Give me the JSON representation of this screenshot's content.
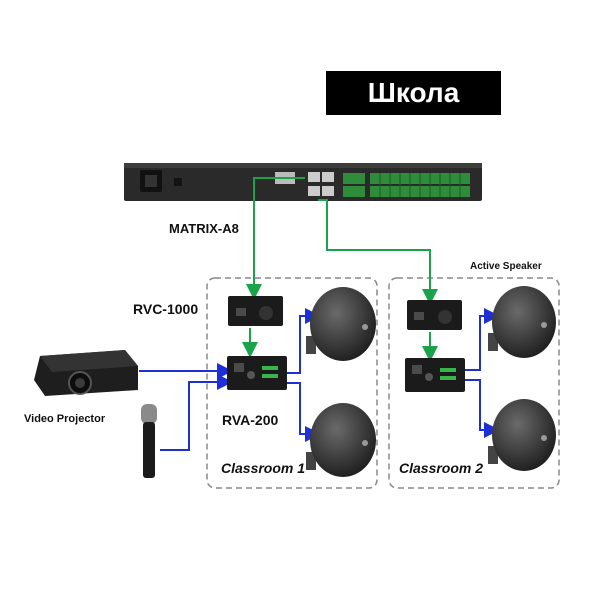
{
  "title": "Школа",
  "labels": {
    "matrix": "MATRIX-A8",
    "rvc": "RVC-1000",
    "rva": "RVA-200",
    "projector": "Video Projector",
    "active_speaker": "Active Speaker",
    "classroom1": "Classroom 1",
    "classroom2": "Classroom 2"
  },
  "colors": {
    "network_line": "#1aa34a",
    "audio_line": "#1f2fd6",
    "zone_border": "#888888",
    "device_dark": "#1b1b1b"
  },
  "icons": [
    "matrix-a8-rack-device",
    "rvc-1000-wall-panel",
    "rva-200-amplifier",
    "video-projector",
    "microphone",
    "speaker"
  ]
}
